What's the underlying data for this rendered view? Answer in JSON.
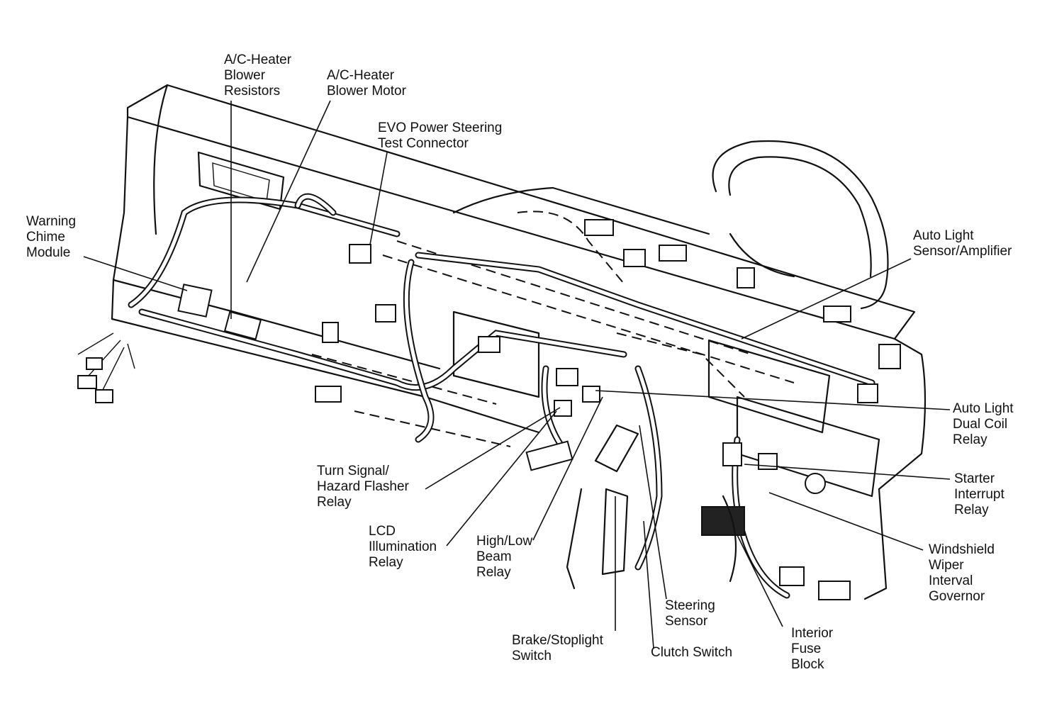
{
  "labels": {
    "blower_resistors": "A/C-Heater\nBlower\nResistors",
    "blower_motor": "A/C-Heater\nBlower Motor",
    "evo_connector": "EVO Power Steering\nTest Connector",
    "warning_chime": "Warning\nChime\nModule",
    "auto_light_sensor": "Auto Light\nSensor/Amplifier",
    "auto_light_relay": "Auto Light\nDual Coil\nRelay",
    "starter_interrupt": "Starter\nInterrupt\nRelay",
    "wiper_governor": "Windshield\nWiper\nInterval\nGovernor",
    "turn_signal": "Turn Signal/\nHazard Flasher\nRelay",
    "lcd_relay": "LCD\nIllumination\nRelay",
    "high_low_beam": "High/Low\nBeam\nRelay",
    "steering_sensor": "Steering\nSensor",
    "brake_switch": "Brake/Stoplight\nSwitch",
    "clutch_switch": "Clutch Switch",
    "fuse_block": "Interior\nFuse\nBlock"
  }
}
